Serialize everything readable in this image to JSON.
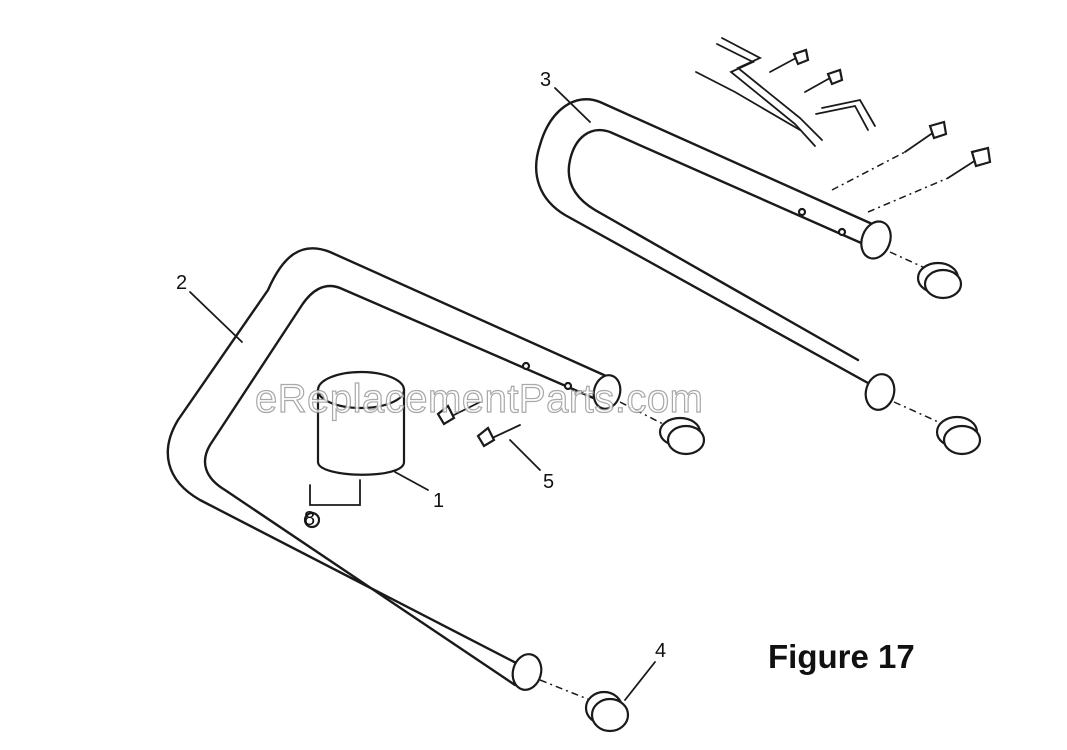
{
  "figure": {
    "title": "Figure 17",
    "watermark": "eReplacementParts.com"
  },
  "callouts": [
    {
      "id": "1",
      "label": "1"
    },
    {
      "id": "2",
      "label": "2"
    },
    {
      "id": "3",
      "label": "3"
    },
    {
      "id": "4",
      "label": "4"
    },
    {
      "id": "5",
      "label": "5"
    },
    {
      "id": "8",
      "label": "8"
    }
  ]
}
